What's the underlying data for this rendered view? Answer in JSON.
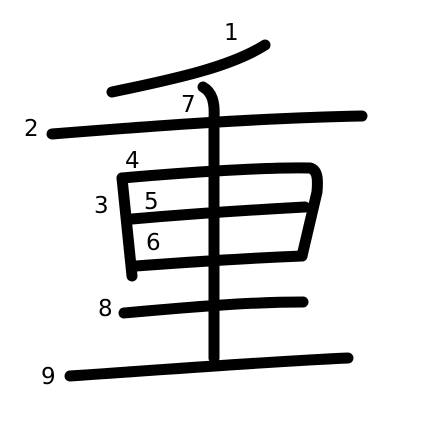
{
  "character": "重",
  "strokes": [
    {
      "order": 1,
      "label": "1"
    },
    {
      "order": 2,
      "label": "2"
    },
    {
      "order": 3,
      "label": "3"
    },
    {
      "order": 4,
      "label": "4"
    },
    {
      "order": 5,
      "label": "5"
    },
    {
      "order": 6,
      "label": "6"
    },
    {
      "order": 7,
      "label": "7"
    },
    {
      "order": 8,
      "label": "8"
    },
    {
      "order": 9,
      "label": "9"
    }
  ],
  "colors": {
    "ink": "#000000",
    "background": "#ffffff"
  }
}
